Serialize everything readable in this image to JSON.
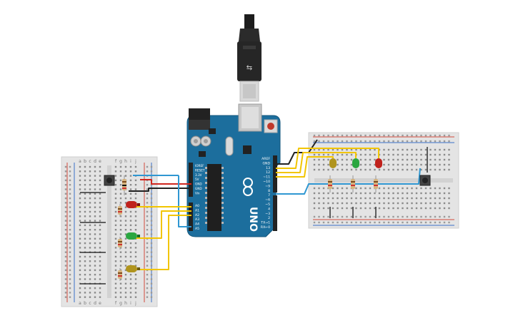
{
  "board": {
    "brand": "UNO",
    "pin_labels_digital": [
      "AREF",
      "GND",
      "13",
      "12",
      "~11",
      "~10",
      "~9",
      "8",
      "7",
      "~6",
      "~5",
      "4",
      "~3",
      "2",
      "TX→1",
      "RX←0"
    ],
    "pin_labels_power": [
      "IOREF",
      "RESET",
      "3.3V",
      "5V",
      "GND",
      "GND",
      "Vin"
    ],
    "pin_labels_analog": [
      "A0",
      "A1",
      "A2",
      "A3",
      "A4",
      "A5"
    ]
  },
  "breadboard_left": {
    "col_labels_top": [
      "a",
      "b",
      "c",
      "d",
      "e",
      "f",
      "g",
      "h",
      "i",
      "j"
    ]
  },
  "components": {
    "led_colors": {
      "red": "#c0221c",
      "green": "#2aa640",
      "yellow": "#b0941e"
    }
  },
  "wire_colors": {
    "yellow": "#f2c500",
    "blue": "#2f97d2",
    "red": "#d0261f",
    "black": "#222222"
  }
}
